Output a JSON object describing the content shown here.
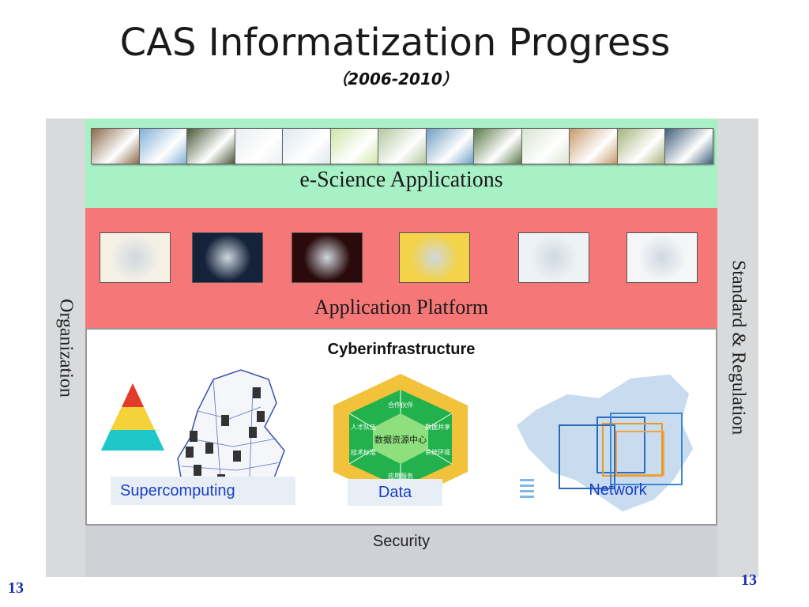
{
  "title": "CAS Informatization Progress",
  "subtitle": "（2006-2010）",
  "side_left": "Organization",
  "side_right": "Standard & Regulation",
  "layers": {
    "e_science": "e-Science Applications",
    "platform": "Application Platform",
    "cyber": "Cyberinfrastructure",
    "security": "Security"
  },
  "cyber_parts": {
    "supercomputing": "Supercomputing",
    "data": "Data",
    "network": "Network"
  },
  "hexagon": {
    "center": "数据资源中心",
    "inner": [
      "合作伙伴",
      "数据共享",
      "系统环境",
      "应用服务",
      "技术标准",
      "人才队伍"
    ]
  },
  "page_number": "13",
  "colors": {
    "e_science": "#a8f0c6",
    "platform": "#f57777",
    "security": "#cfd1d6",
    "side": "#d9dadc",
    "label_blue": "#1a3fc8",
    "hex_green": "#22b14c"
  },
  "thumb_colors": [
    "#8a6a4a",
    "#7fb1d6",
    "#4a5a3a",
    "#e9eef0",
    "#dfe7ef",
    "#cde6a8",
    "#b2c8a0",
    "#6d9ec2",
    "#5b7a4a",
    "#d8e4d0",
    "#c89a6a",
    "#a6b27a",
    "#3f5f7a"
  ],
  "platform_thumb_colors": [
    "#f3f0e6",
    "#14233a",
    "#2a0a0a",
    "#f2d34a",
    "#eef2f6",
    "#f4f6f8"
  ]
}
